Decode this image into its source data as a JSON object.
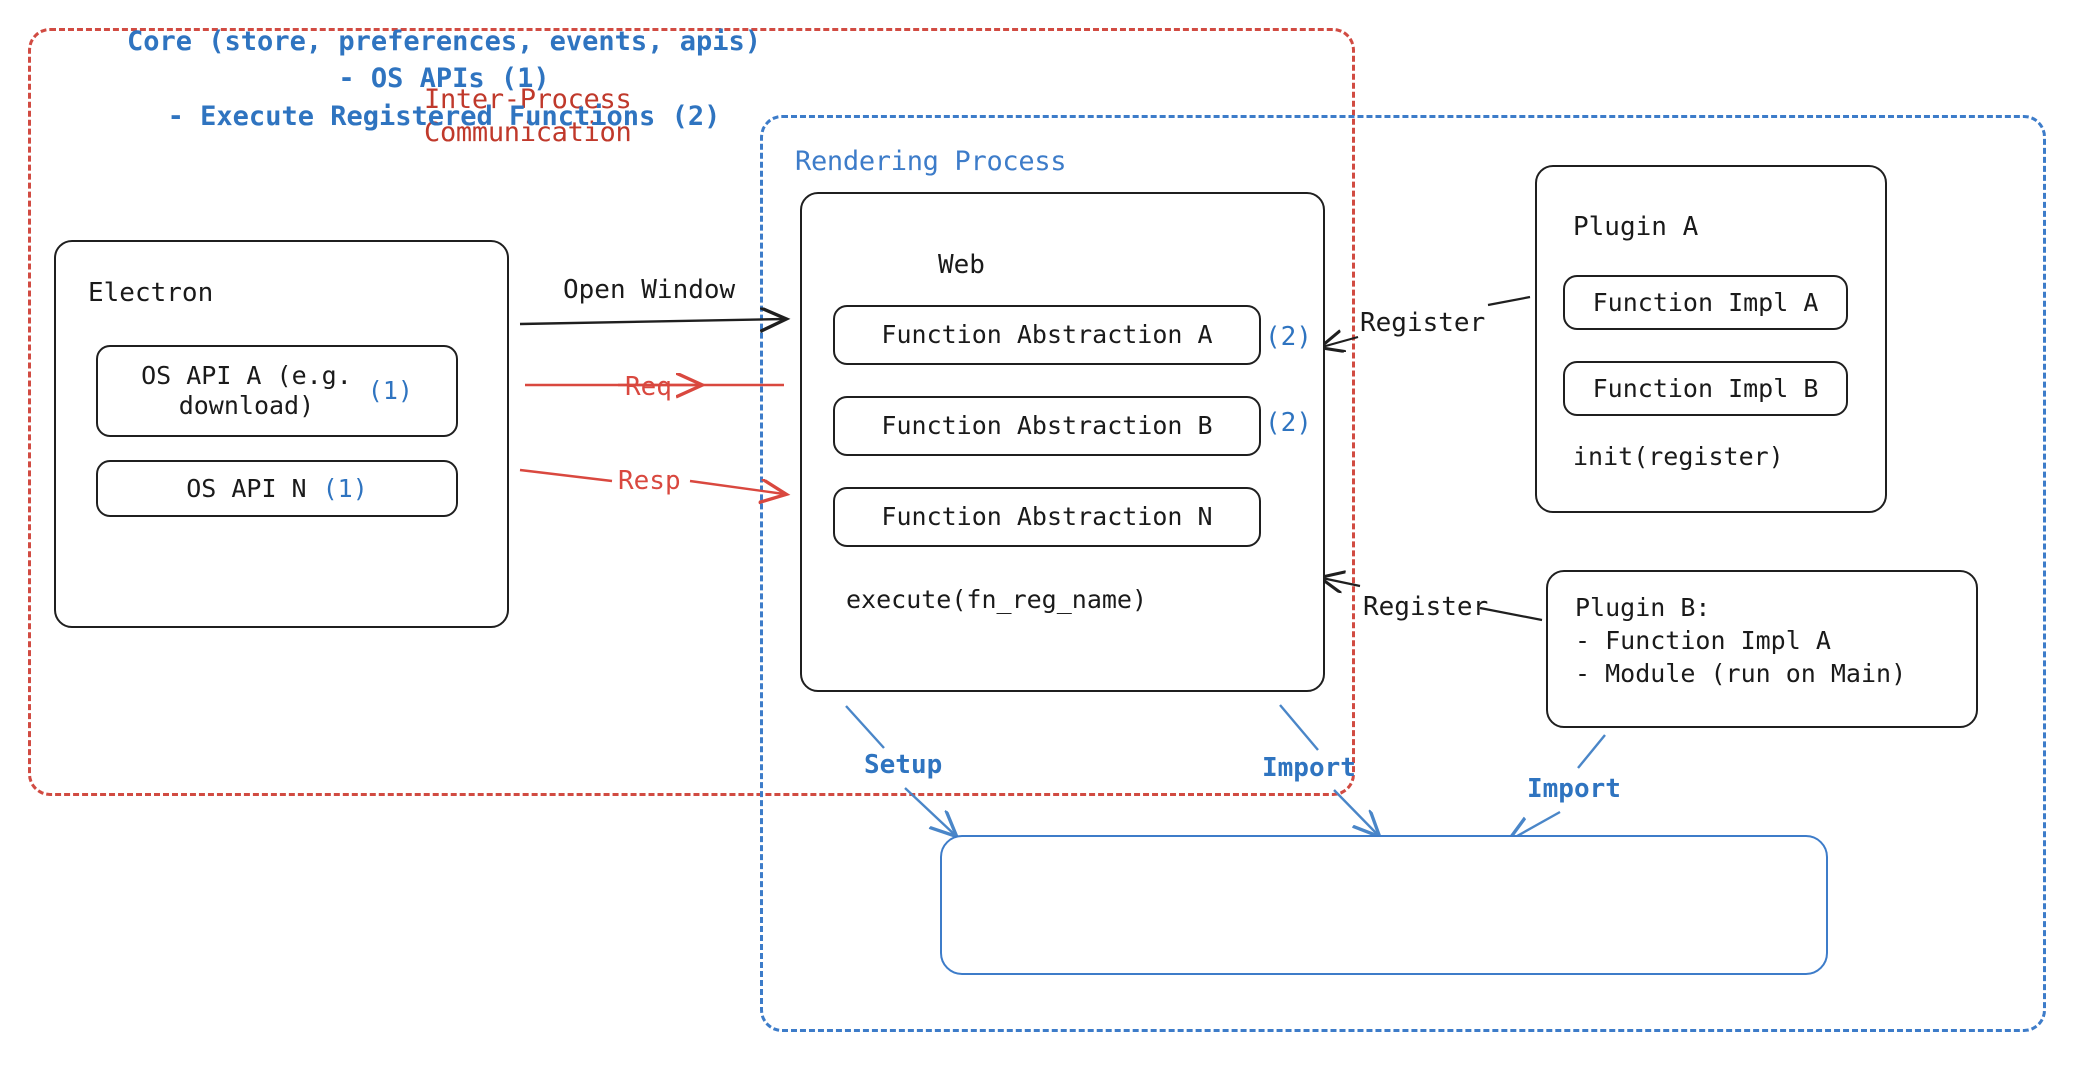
{
  "groups": {
    "ipc": {
      "title": "Inter-Process\nCommunication",
      "color": "#c0392b",
      "style": "dashed"
    },
    "rendering": {
      "title": "Rendering Process",
      "color": "#3d7cc9",
      "style": "dashed"
    }
  },
  "electron": {
    "title": "Electron",
    "apis": [
      {
        "label": "OS API A (e.g.\ndownload)",
        "marker": "(1)"
      },
      {
        "label": "OS API N",
        "marker": "(1)"
      }
    ]
  },
  "web": {
    "title": "Web",
    "abstractions": [
      {
        "label": "Function Abstraction A",
        "marker": "(2)"
      },
      {
        "label": "Function Abstraction B",
        "marker": "(2)"
      },
      {
        "label": "Function Abstraction N",
        "marker": ""
      }
    ],
    "footer": "execute(fn_reg_name)"
  },
  "plugin_a": {
    "title": "Plugin A",
    "functions": [
      "Function Impl A",
      "Function Impl B"
    ],
    "footer": "init(register)"
  },
  "plugin_b": {
    "text": "Plugin B:\n- Function Impl A\n- Module (run on Main)"
  },
  "core": {
    "text": "Core (store, preferences, events, apis)\n- OS APIs (1)\n- Execute Registered Functions (2)",
    "color": "#2f74c0"
  },
  "edges": {
    "open_window": "Open Window",
    "req": "Req",
    "resp": "Resp",
    "register_a": "Register",
    "register_b": "Register",
    "setup": "Setup",
    "import_web": "Import",
    "import_plugin": "Import"
  },
  "colors": {
    "ipc_red": "#c0392b",
    "arrow_red": "#d9483f",
    "process_blue": "#3d7cc9",
    "marker_blue": "#2f74c0",
    "stroke_black": "#1f1f1f"
  }
}
